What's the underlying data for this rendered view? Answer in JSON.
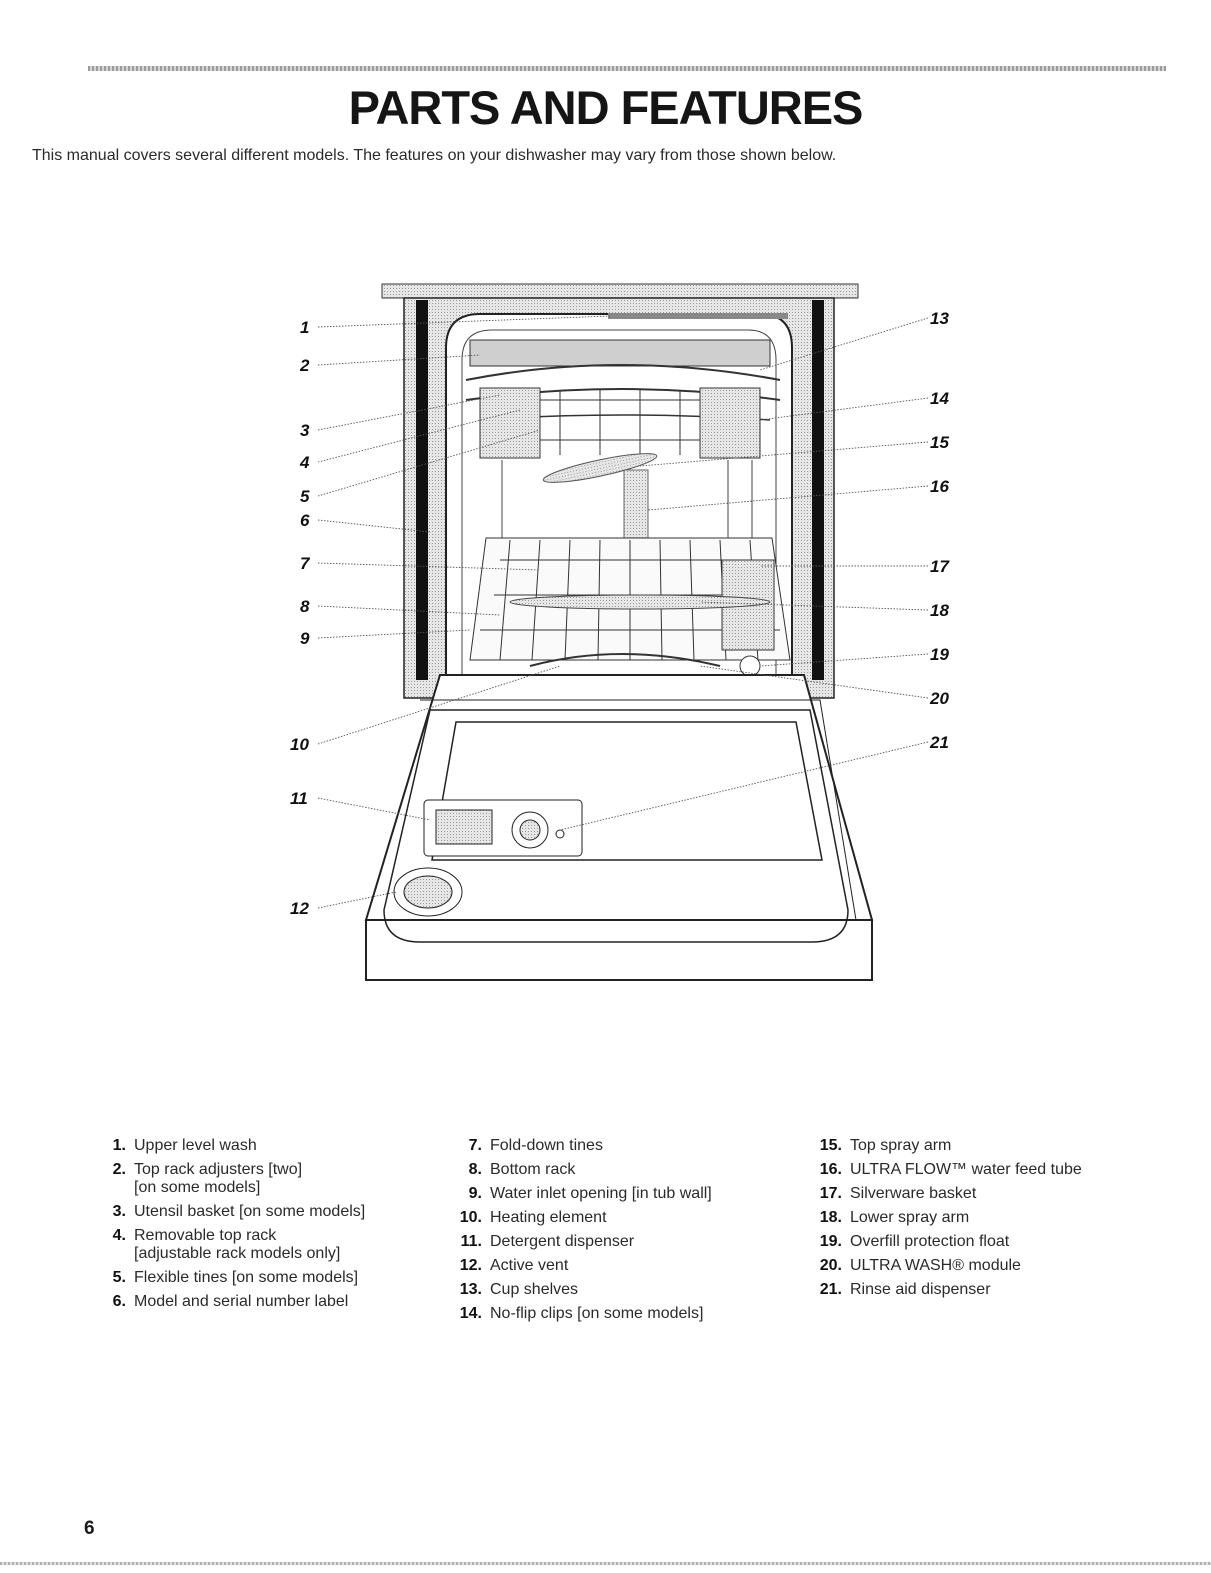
{
  "header": {
    "title": "PARTS AND FEATURES",
    "intro": "This manual covers several different models. The features on your dishwasher may vary from those shown below."
  },
  "diagram": {
    "callouts_left": [
      "1",
      "2",
      "3",
      "4",
      "5",
      "6",
      "7",
      "8",
      "9",
      "10",
      "11",
      "12"
    ],
    "callouts_right": [
      "13",
      "14",
      "15",
      "16",
      "17",
      "18",
      "19",
      "20",
      "21"
    ]
  },
  "parts": {
    "col1": [
      {
        "num": "1.",
        "text": "Upper level wash"
      },
      {
        "num": "2.",
        "text": "Top rack adjusters [two]\n[on some models]"
      },
      {
        "num": "3.",
        "text": "Utensil basket [on some models]"
      },
      {
        "num": "4.",
        "text": "Removable top rack\n[adjustable rack models only]"
      },
      {
        "num": "5.",
        "text": "Flexible tines [on some models]"
      },
      {
        "num": "6.",
        "text": "Model and serial number label"
      }
    ],
    "col2": [
      {
        "num": "7.",
        "text": "Fold-down tines"
      },
      {
        "num": "8.",
        "text": "Bottom rack"
      },
      {
        "num": "9.",
        "text": "Water inlet opening [in tub wall]"
      },
      {
        "num": "10.",
        "text": "Heating element"
      },
      {
        "num": "11.",
        "text": "Detergent dispenser"
      },
      {
        "num": "12.",
        "text": "Active vent"
      },
      {
        "num": "13.",
        "text": "Cup shelves"
      },
      {
        "num": "14.",
        "text": "No-flip clips [on some models]"
      }
    ],
    "col3": [
      {
        "num": "15.",
        "text": "Top spray arm"
      },
      {
        "num": "16.",
        "text": "ULTRA FLOW™ water feed tube"
      },
      {
        "num": "17.",
        "text": "Silverware basket"
      },
      {
        "num": "18.",
        "text": "Lower spray arm"
      },
      {
        "num": "19.",
        "text": "Overfill protection float"
      },
      {
        "num": "20.",
        "text": "ULTRA WASH® module"
      },
      {
        "num": "21.",
        "text": "Rinse aid dispenser"
      }
    ]
  },
  "footer": {
    "page_number": "6"
  }
}
